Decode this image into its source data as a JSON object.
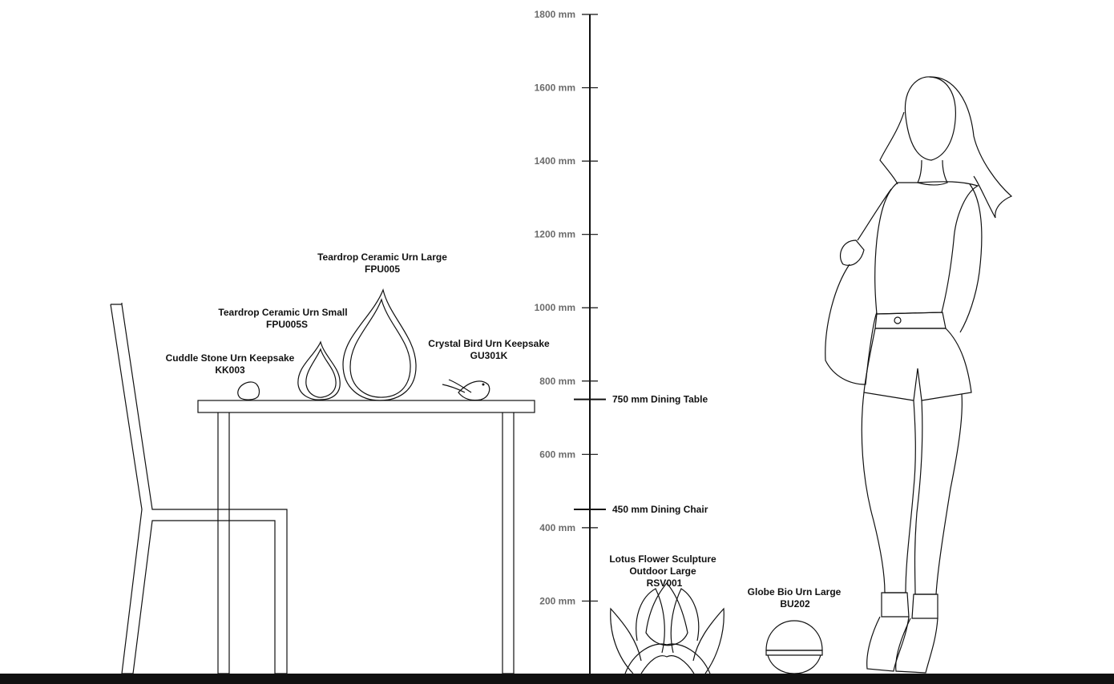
{
  "scale": {
    "unit": "mm",
    "ticks": [
      {
        "value": 1800,
        "label": "1800 mm"
      },
      {
        "value": 1600,
        "label": "1600 mm"
      },
      {
        "value": 1400,
        "label": "1400 mm"
      },
      {
        "value": 1200,
        "label": "1200 mm"
      },
      {
        "value": 1000,
        "label": "1000 mm"
      },
      {
        "value": 800,
        "label": "800 mm"
      },
      {
        "value": 600,
        "label": "600 mm"
      },
      {
        "value": 400,
        "label": "400 mm"
      },
      {
        "value": 200,
        "label": "200 mm"
      }
    ],
    "reference_marks": [
      {
        "value": 750,
        "label": "750 mm Dining Table"
      },
      {
        "value": 450,
        "label": "450 mm Dining Chair"
      }
    ]
  },
  "products": {
    "teardrop_large": {
      "name": "Teardrop Ceramic Urn Large",
      "code": "FPU005"
    },
    "teardrop_small": {
      "name": "Teardrop Ceramic Urn Small",
      "code": "FPU005S"
    },
    "cuddle_stone": {
      "name": "Cuddle Stone Urn Keepsake",
      "code": "KK003"
    },
    "crystal_bird": {
      "name": "Crystal Bird Urn  Keepsake",
      "code": "GU301K"
    },
    "lotus": {
      "line1": "Lotus Flower Sculpture",
      "line2": "Outdoor Large",
      "code": "RSV001"
    },
    "globe": {
      "name": "Globe Bio Urn Large",
      "code": "BU202"
    }
  }
}
